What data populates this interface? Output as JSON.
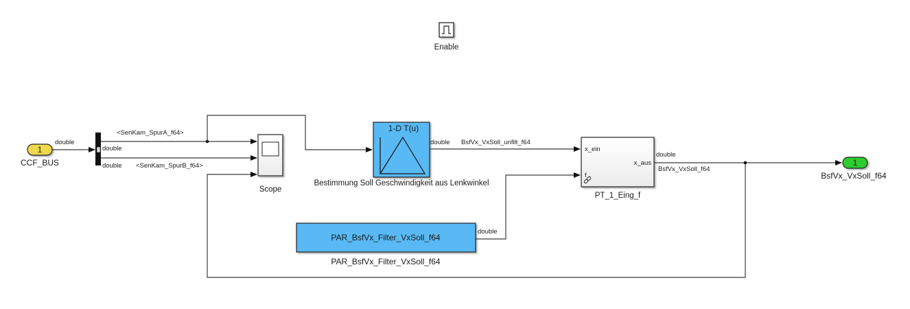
{
  "diagram": {
    "enable_block": {
      "label": "Enable",
      "icon": "pulse-icon"
    },
    "inport": {
      "number": "1",
      "name": "CCF_BUS",
      "signal_type": "double",
      "color": "#f0d84b"
    },
    "bus_selector": {
      "outputs": [
        {
          "type": "double",
          "signal": "<SenKam_SpurA_f64>"
        },
        {
          "type": "double",
          "signal": "<SenKam_SpurB_f64>"
        }
      ]
    },
    "scope": {
      "name": "Scope"
    },
    "lookup_table": {
      "title": "1-D T(u)",
      "name": "Bestimmung Soll Geschwindigkeit aus Lenkwinkel",
      "output_type": "double",
      "output_signal": "BsfVx_VxSoll_unfilt_f64",
      "color": "#58b9f4"
    },
    "pt1_block": {
      "name": "PT_1_Eing_f",
      "in1": "x_ein",
      "in2": "f",
      "out": "x_aus",
      "output_type": "double",
      "output_signal": "BsfVx_VxSoll_f64",
      "link_icon": "link-icon"
    },
    "constant": {
      "value": "PAR_BsfVx_Filter_VxSoll_f64",
      "name": "PAR_BsfVx_Filter_VxSoll_f64",
      "output_type": "double",
      "color": "#58b9f4"
    },
    "outport": {
      "number": "1",
      "name": "BsfVx_VxSoll_f64",
      "color": "#2ecc2e"
    }
  }
}
